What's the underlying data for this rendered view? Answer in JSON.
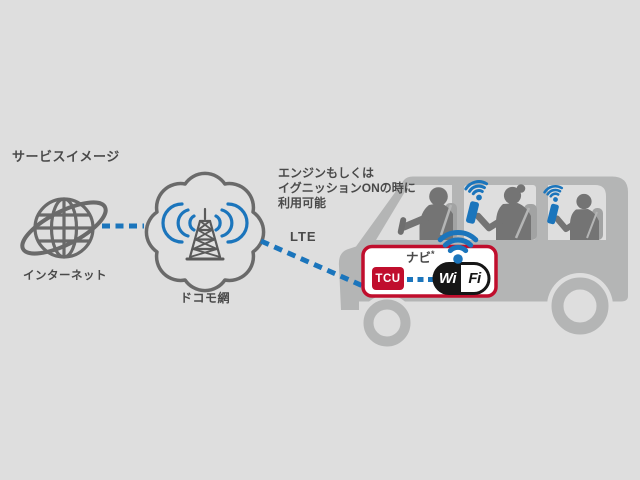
{
  "title": "サービスイメージ",
  "internet": {
    "label": "インターネット"
  },
  "docomo": {
    "label": "ドコモ網"
  },
  "lte": {
    "label": "LTE"
  },
  "note": {
    "line1": "エンジンもしくは",
    "line2": "イグニッションONの時に",
    "line3": "利用可能"
  },
  "navi": {
    "label": "ナビ",
    "mark": "*"
  },
  "tcu": {
    "label": "TCU"
  },
  "wifi_logo": {
    "wi": "Wi",
    "fi": "Fi"
  },
  "icons": {
    "internet": "globe-icon",
    "docomo": "cloud-radio-tower-icon",
    "wifi_signal": "wifi-signal-icon",
    "phone": "smartphone-icon"
  },
  "colors": {
    "bg": "#dedede",
    "blue": "#1b75bc",
    "red": "#c00e2d",
    "car": "#b4b5b5",
    "people": "#747474",
    "icon": "#6a6a6a",
    "text": "#4a4a4a",
    "wifiblack": "#161616",
    "seat": "#a2a3a3"
  }
}
